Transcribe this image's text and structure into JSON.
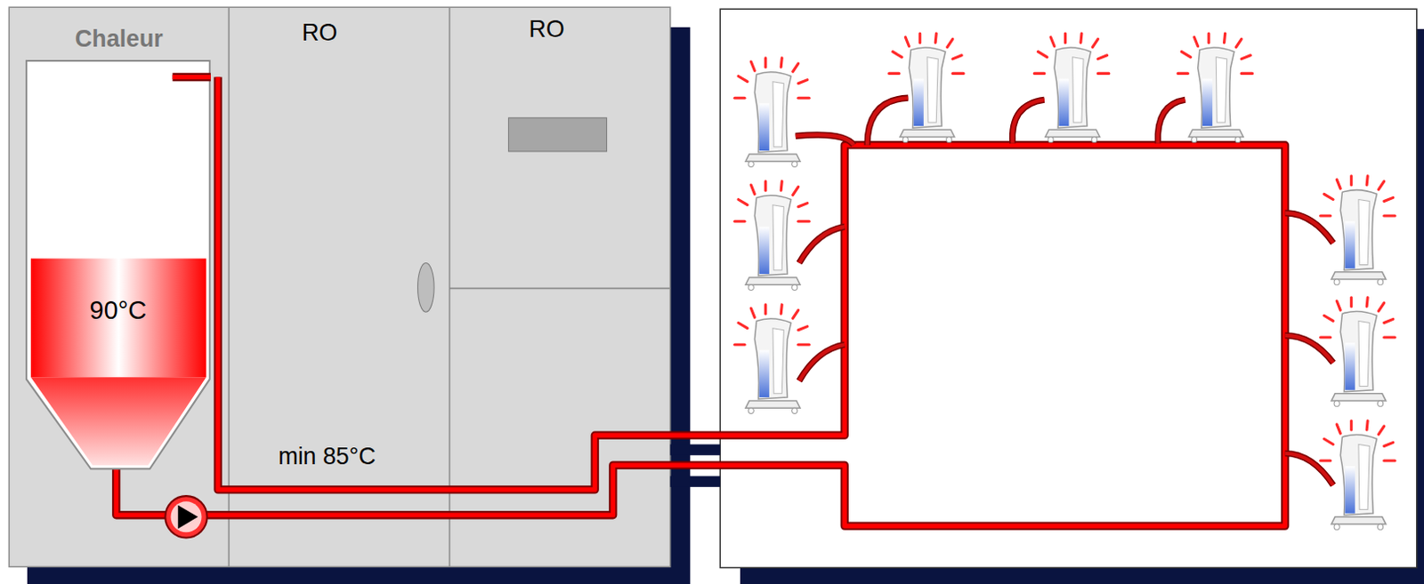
{
  "diagram": {
    "nodes": [
      {
        "text": [
          "Chaleur"
        ]
      },
      {
        "text": [
          "90°C"
        ],
        "in": 0
      },
      {
        "text": [
          "RO"
        ]
      },
      {
        "text": [
          "RO"
        ]
      }
    ],
    "labels": [
      "min 85°C"
    ]
  }
}
